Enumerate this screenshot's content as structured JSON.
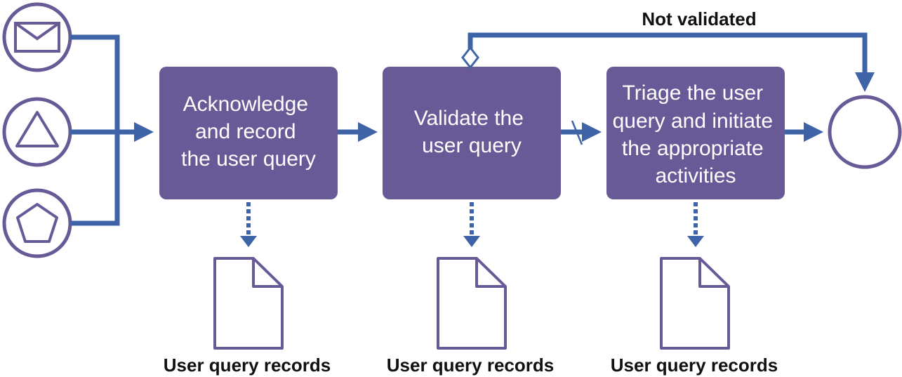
{
  "colors": {
    "box_fill": "#675a97",
    "connector": "#3e63a6",
    "outline": "#675a97",
    "box_text": "#ffffff",
    "label_text": "#111111"
  },
  "inputs": [
    {
      "icon": "envelope-icon"
    },
    {
      "icon": "triangle-icon"
    },
    {
      "icon": "pentagon-icon"
    }
  ],
  "steps": [
    {
      "lines": [
        "Acknowledge",
        "and record",
        "the user query"
      ]
    },
    {
      "lines": [
        "Validate the",
        "user query"
      ]
    },
    {
      "lines": [
        "Triage the user",
        "query and initiate",
        "the appropriate",
        "activities"
      ]
    }
  ],
  "outputs": [
    {
      "icon": "document-icon",
      "label": "User query records"
    },
    {
      "icon": "document-icon",
      "label": "User query records"
    },
    {
      "icon": "document-icon",
      "label": "User query records"
    }
  ],
  "loop_label": "Not validated",
  "end_event": {
    "icon": "end-circle-icon"
  }
}
